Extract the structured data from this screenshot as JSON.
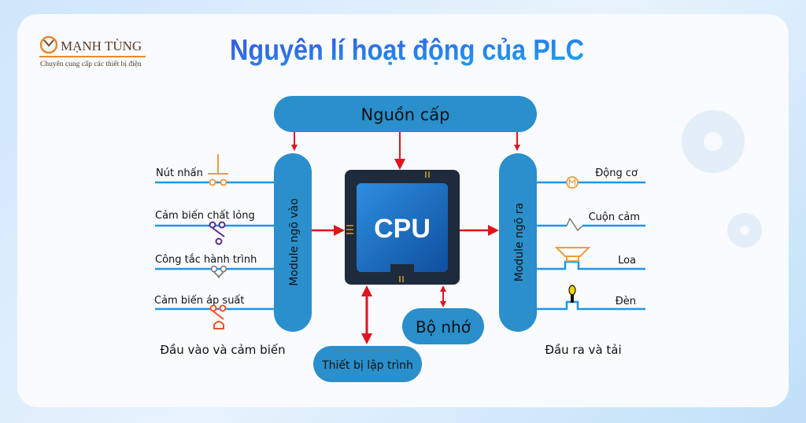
{
  "logo": {
    "name": "MẠNH TÙNG",
    "tagline": "Chuyên cung cấp các thiết bị điện"
  },
  "title": "Nguyên lí hoạt động của PLC",
  "power": "Nguồn cấp",
  "input_module": "Module ngõ vào",
  "output_module": "Module ngõ ra",
  "cpu": "CPU",
  "memory": "Bộ nhớ",
  "programmer": "Thiết bị lập trình",
  "inputs": [
    {
      "label": "Nút nhấn",
      "icon": "push-button-icon"
    },
    {
      "label": "Cảm biến chất lỏng",
      "icon": "liquid-sensor-icon"
    },
    {
      "label": "Công tắc hành trình",
      "icon": "limit-switch-icon"
    },
    {
      "label": "Cảm biến áp suất",
      "icon": "pressure-sensor-icon"
    }
  ],
  "outputs": [
    {
      "label": "Động cơ",
      "icon": "motor-icon"
    },
    {
      "label": "Cuộn cảm",
      "icon": "inductor-icon"
    },
    {
      "label": "Loa",
      "icon": "speaker-icon"
    },
    {
      "label": "Đèn",
      "icon": "lamp-icon"
    }
  ],
  "input_caption": "Đầu vào và cảm biến",
  "output_caption": "Đầu ra và tải",
  "colors": {
    "pill": "#2a8fcb",
    "line": "#2196e8",
    "arrow": "#e0141e",
    "title": "#2f5fe0"
  }
}
